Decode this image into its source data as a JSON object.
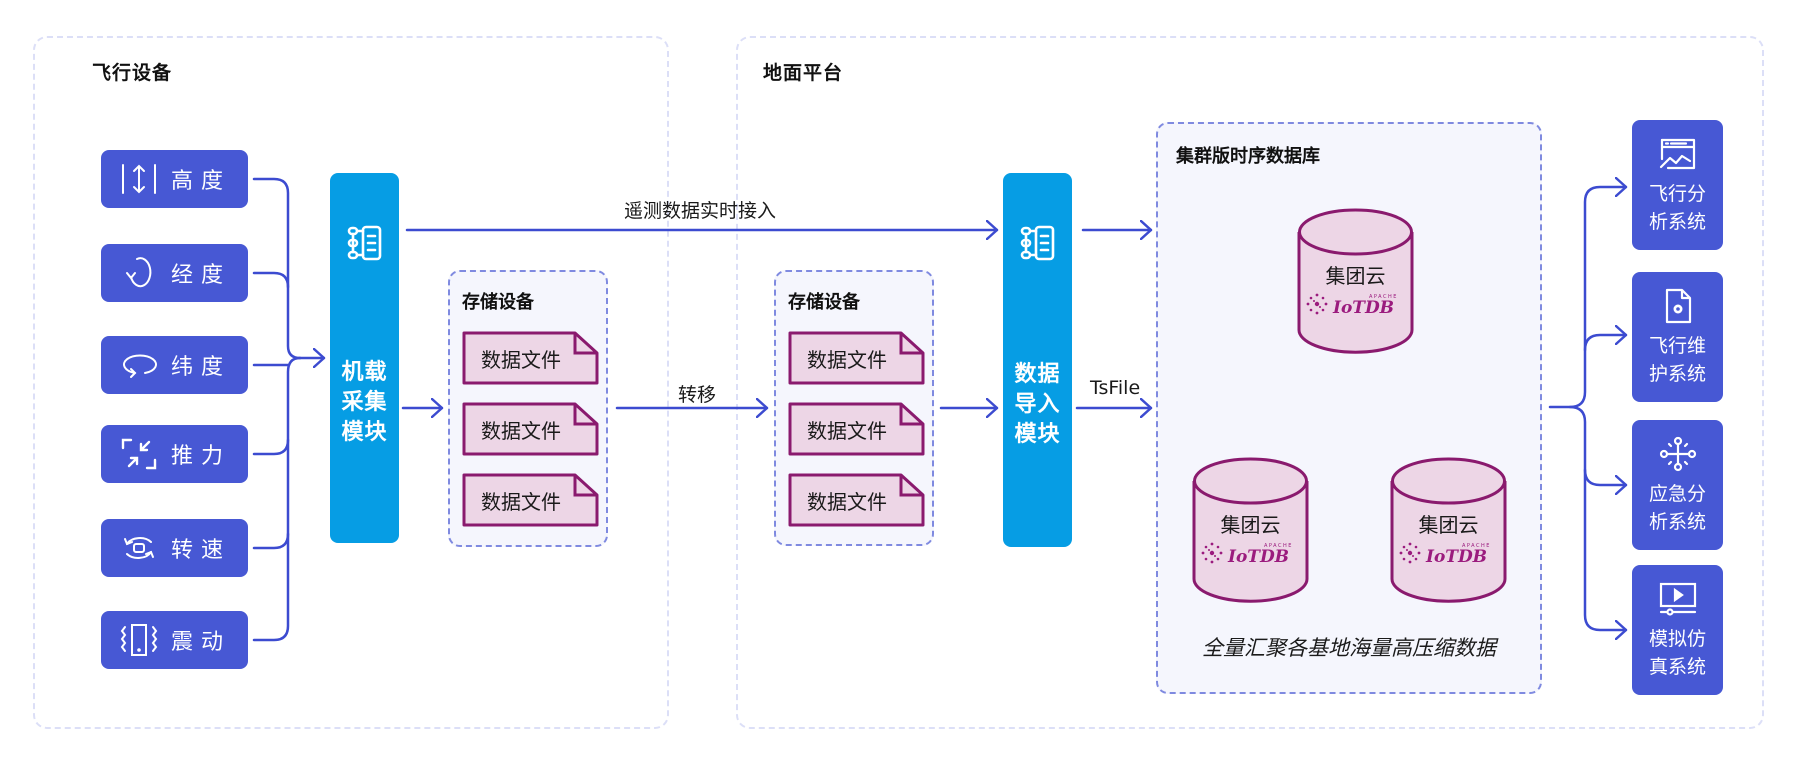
{
  "colors": {
    "sensor_fill": "#4758d4",
    "module_fill": "#069de4",
    "wire": "#3c4bd0",
    "storage_border": "#7f8ae0",
    "file_stroke": "#8a1a6e",
    "file_fill": "#edd6e6",
    "outer_border": "#dcdff7"
  },
  "flight_device": {
    "title": "飞行设备",
    "sensors": [
      {
        "label": "高度",
        "icon": "vertical-arrows-icon"
      },
      {
        "label": "经度",
        "icon": "rotate-ccw-icon"
      },
      {
        "label": "纬度",
        "icon": "loop-arrow-icon"
      },
      {
        "label": "推力",
        "icon": "compress-arrows-icon"
      },
      {
        "label": "转速",
        "icon": "rotation-speed-icon"
      },
      {
        "label": "震动",
        "icon": "phone-vibrate-icon"
      }
    ],
    "collect_module": {
      "label": "机载采集模块",
      "icon": "module-tree-icon"
    },
    "storage": {
      "title": "存储设备",
      "files": [
        "数据文件",
        "数据文件",
        "数据文件"
      ]
    }
  },
  "flows": {
    "realtime": "遥测数据实时接入",
    "transfer": "转移",
    "tsfile": "TsFile"
  },
  "ground_platform": {
    "title": "地面平台",
    "storage": {
      "title": "存储设备",
      "files": [
        "数据文件",
        "数据文件",
        "数据文件"
      ]
    },
    "import_module": {
      "label": "数据导入模块",
      "icon": "module-tree-icon"
    },
    "database": {
      "title": "集群版时序数据库",
      "nodes": [
        {
          "label": "集团云",
          "logo": "IoTDB",
          "logo_sub": "APACHE"
        },
        {
          "label": "集团云",
          "logo": "IoTDB",
          "logo_sub": "APACHE"
        },
        {
          "label": "集团云",
          "logo": "IoTDB",
          "logo_sub": "APACHE"
        }
      ],
      "caption": "全量汇聚各基地海量高压缩数据"
    },
    "apps": [
      {
        "label": "飞行分析系统",
        "icon": "chart-window-icon"
      },
      {
        "label": "飞行维护系统",
        "icon": "file-settings-icon"
      },
      {
        "label": "应急分析系统",
        "icon": "network-nodes-icon"
      },
      {
        "label": "模拟仿真系统",
        "icon": "video-player-icon"
      }
    ]
  }
}
